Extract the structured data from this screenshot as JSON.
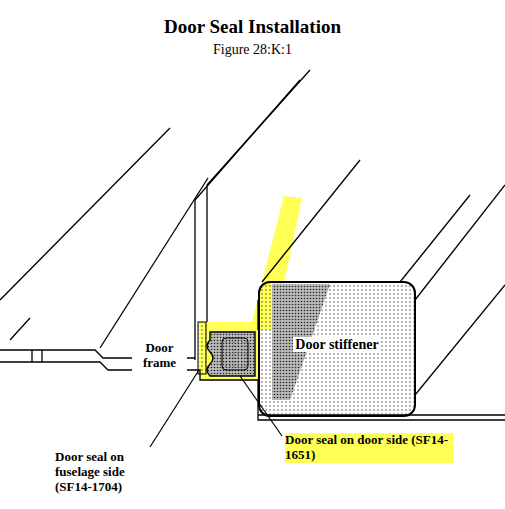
{
  "diagram": {
    "title": "Door Seal Installation",
    "caption": "Figure 28:K:1",
    "nodes": [
      {
        "text": [
          "Door stiffener"
        ]
      }
    ],
    "labels": [
      "Door frame",
      "Door seal on fuselage side (SF14-1704)",
      "Door seal on door side (SF14-1651)"
    ]
  }
}
